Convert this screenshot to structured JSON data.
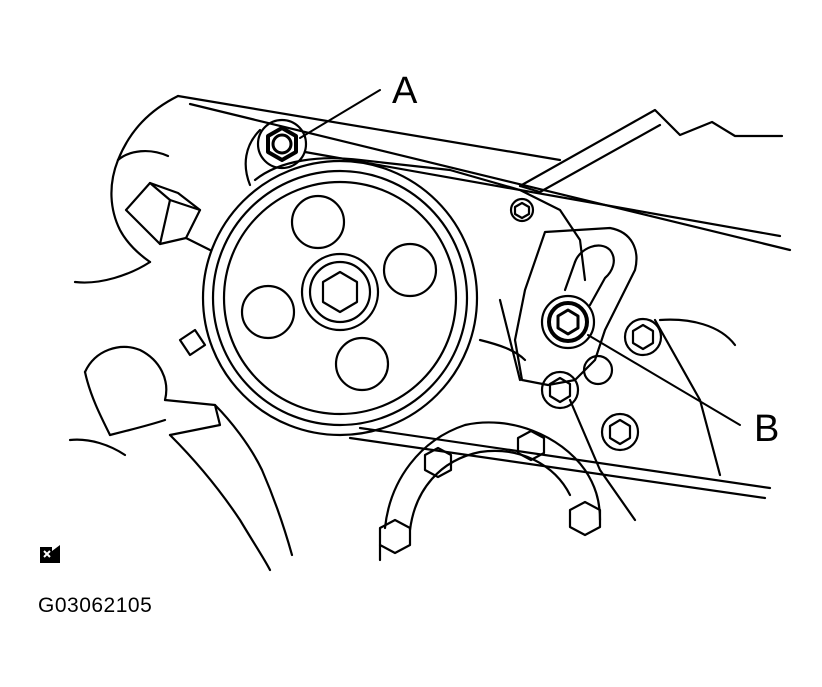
{
  "labels": {
    "a": "A",
    "b": "B"
  },
  "figure_id": "G03062105",
  "icons": {
    "view": "view-direction-icon"
  },
  "colors": {
    "ink": "#000000",
    "paper": "#ffffff"
  }
}
